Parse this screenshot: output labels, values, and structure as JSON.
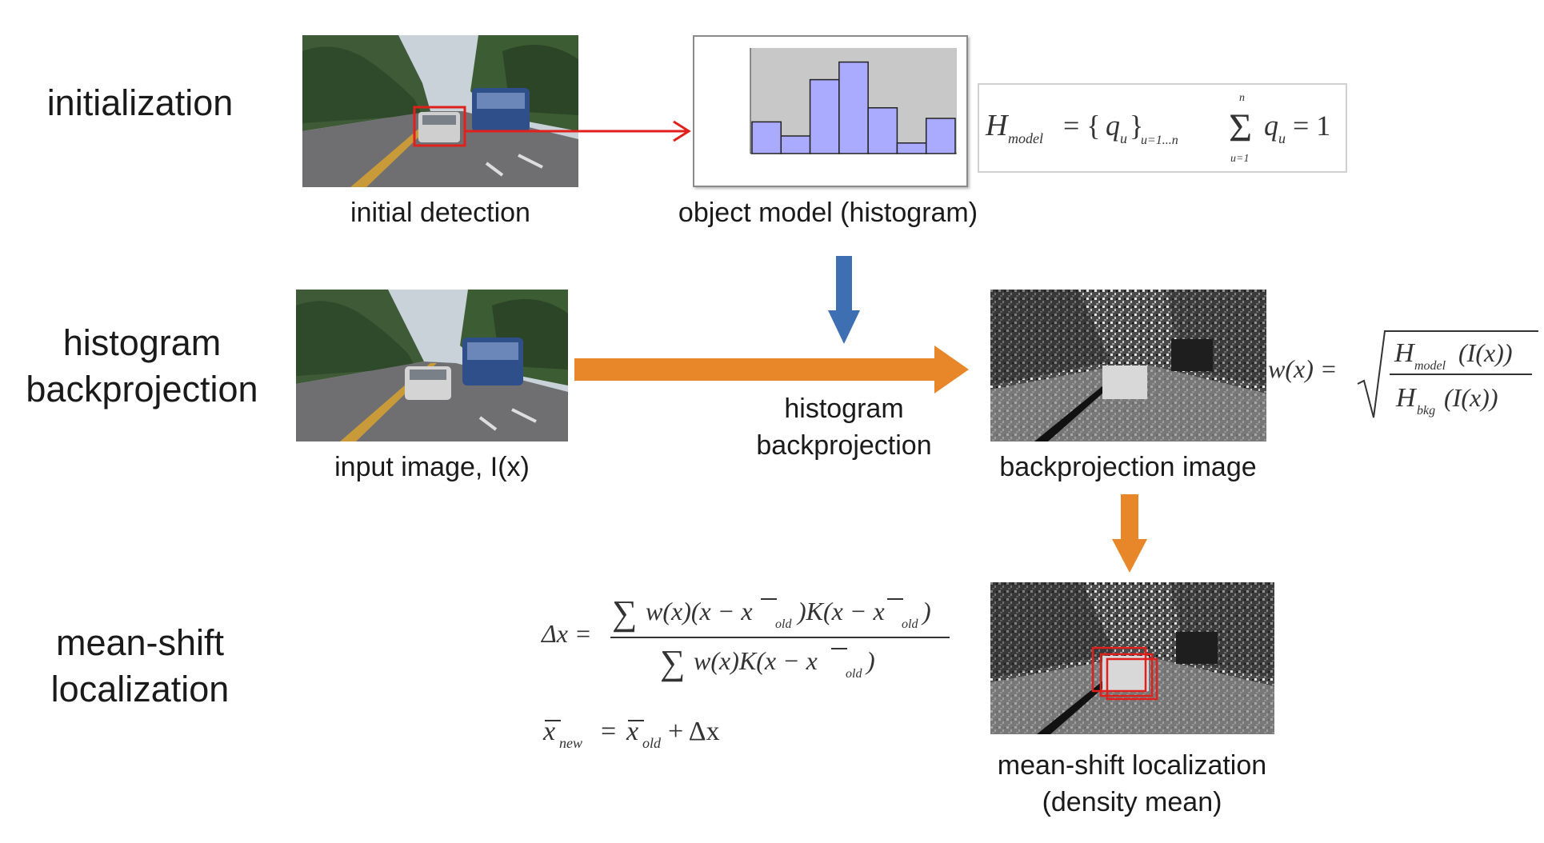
{
  "stages": {
    "initialization": "initialization",
    "backprojection_line1": "histogram",
    "backprojection_line2": "backprojection",
    "meanshift_line1": "mean-shift",
    "meanshift_line2": "localization"
  },
  "captions": {
    "initial_detection": "initial detection",
    "object_model": "object model (histogram)",
    "input_image": "input image, I(x)",
    "backprojection_arrow_line1": "histogram",
    "backprojection_arrow_line2": "backprojection",
    "backprojection_image": "backprojection image",
    "meanshift_line1": "mean-shift localization",
    "meanshift_line2": "(density mean)"
  },
  "chart_data": {
    "type": "bar",
    "values": [
      0.09,
      0.05,
      0.21,
      0.26,
      0.13,
      0.03,
      0.1
    ],
    "ylim": [
      0,
      0.3
    ],
    "bar_color": "#aaaaff",
    "plot_background": "#c8c8c8"
  },
  "colors": {
    "orange_arrow": "#e8862a",
    "blue_arrow": "#3e6fb3",
    "red_box": "#e0201c"
  }
}
